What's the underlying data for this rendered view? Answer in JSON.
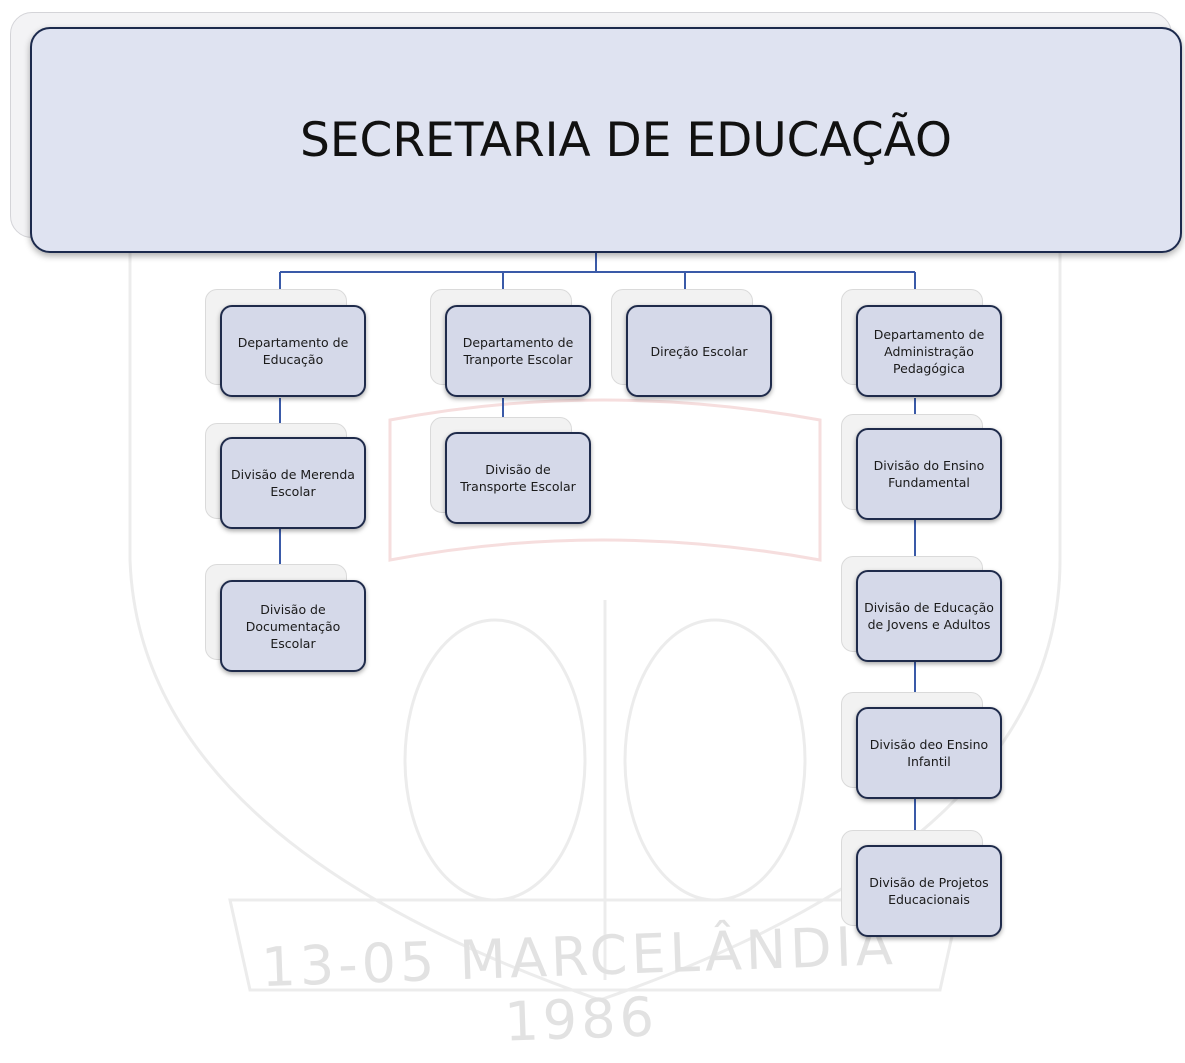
{
  "title": "SECRETARIA DE EDUCAÇÃO",
  "watermark": {
    "text": "13-05  MARCELÂNDIA  1986",
    "description_icon": "municipal-seal-watermark"
  },
  "nodes": {
    "dep_educacao": "Departamento de Educação",
    "div_merenda": "Divisão de Merenda Escolar",
    "div_documentacao": "Divisão de Documentação Escolar",
    "dep_transporte": "Departamento de Tranporte Escolar",
    "div_transporte": "Divisão de Transporte Escolar",
    "direcao": "Direção Escolar",
    "dep_admin": "Departamento de Administração Pedagógica",
    "div_fundamental": "Divisão do Ensino Fundamental",
    "div_eja": "Divisão de Educação de Jovens e Adultos",
    "div_infantil": "Divisão deo Ensino Infantil",
    "div_projetos": "Divisão de Projetos Educacionais"
  },
  "colors": {
    "connector": "#3a5aa8",
    "node_fill": "#d5d9e9",
    "node_border": "#1f2b4b",
    "title_fill": "#dfe3f1"
  }
}
